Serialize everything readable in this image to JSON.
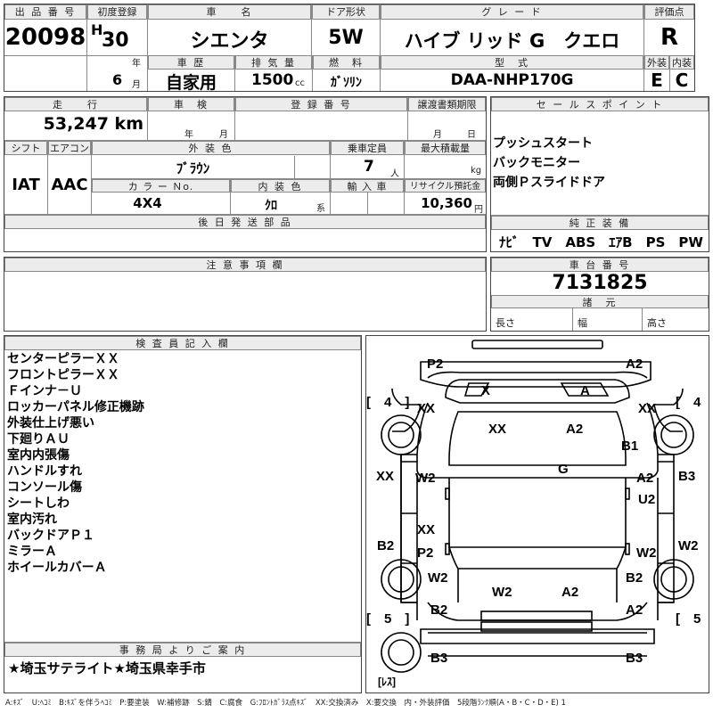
{
  "header": {
    "lot_label": "出 品 番 号",
    "lot_number": "20098",
    "first_reg_label": "初度登録",
    "era": "H",
    "year": "30",
    "year_unit": "年",
    "month": "6",
    "month_unit": "月",
    "car_name_label": "車　　名",
    "car_name": "シエンタ",
    "door_label": "ドア形状",
    "door": "5W",
    "grade_label": "グ レ ー ド",
    "grade": "ハイブ リッド G　クエロ",
    "score_label": "評価点",
    "score": "R",
    "history_label": "車 歴",
    "history": "自家用",
    "displacement_label": "排 気 量",
    "displacement": "1500",
    "displacement_unit": "cc",
    "fuel_label": "燃　料",
    "fuel": "ｶﾞｿﾘﾝ",
    "model_label": "型　式",
    "model": "DAA-NHP170G",
    "ext_label": "外装",
    "ext_grade": "E",
    "int_label": "内装",
    "int_grade": "C"
  },
  "row2": {
    "mileage_label": "走　　行",
    "mileage": "53,247 km",
    "inspection_label": "車　検",
    "inspection_year_unit": "年",
    "inspection_month_unit": "月",
    "plate_label": "登 録 番 号",
    "transfer_label": "譲渡書類期限",
    "transfer_month_unit": "月",
    "transfer_day_unit": "日",
    "shift_label": "シフト",
    "shift": "IAT",
    "ac_label": "エアコン",
    "ac": "AAC",
    "color_label": "外 装 色",
    "color": "ﾌﾞﾗｳﾝ",
    "capacity_label": "乗車定員",
    "capacity": "7",
    "capacity_unit": "人",
    "load_label": "最大積載量",
    "load_unit": "kg",
    "color_no_label": "カ ラ ー Ｎo.",
    "drive": "4X4",
    "interior_color_label": "内 装 色",
    "interior_color": "ｸﾛ",
    "interior_color_unit": "系",
    "import_label": "輸 入 車",
    "recycle_label": "リサイクル預託金",
    "recycle": "10,360",
    "recycle_unit": "円",
    "later_parts_label": "後 日 発 送 部 品"
  },
  "sales": {
    "label": "セ ー ル ス ポ イ ン ト",
    "points": [
      "プッシュスタート",
      "バックモニター",
      "両側Ｐスライドドア"
    ]
  },
  "equipment": {
    "label": "純 正 装 備",
    "items": "ﾅﾋﾞ　TV　ABS　ｴｱB　PS　PW"
  },
  "caution": {
    "label": "注 意 事 項 欄"
  },
  "chassis": {
    "label": "車 台 番 号",
    "number": "7131825",
    "spec_label": "諸　元",
    "length_label": "長さ",
    "width_label": "幅",
    "height_label": "高さ"
  },
  "inspector": {
    "label": "検 査 員 記 入 欄",
    "notes": [
      "センターピラーＸＸ",
      "フロントピラーＸＸ",
      "Ｆインナ－Ｕ",
      "ロッカーパネル修正機跡",
      "外装仕上げ悪い",
      "下廻りＡＵ",
      "室内内張傷",
      "ハンドルすれ",
      "コンソール傷",
      "シートしわ",
      "室内汚れ",
      "バックドアＰ１",
      "ミラーＡ",
      "ホイールカバーＡ"
    ]
  },
  "office": {
    "label": "事 務 局 よ り ご 案 内",
    "message": "★埼玉サテライト★埼玉県幸手市"
  },
  "diagram": {
    "marks": {
      "p2_top": "P2",
      "a2_top": "A2",
      "x_ws": "X",
      "a_ws": "A",
      "xx_fl": "XX",
      "xx_fr": "XX",
      "xx_roof": "XX",
      "a2_roof": "A2",
      "b1": "B1",
      "g": "G",
      "xx_left": "XX",
      "w2_left": "W2",
      "a2_right": "A2",
      "u2": "U2",
      "b3_right": "B3",
      "xx_rear": "XX",
      "p2_rear": "P2",
      "b2_left": "B2",
      "w2_right": "W2",
      "w2_rl": "W2",
      "b2_rr": "B2",
      "w2_rear": "W2",
      "a2_rear": "A2",
      "b2_bl": "B2",
      "a2_br": "A2",
      "b3_bl": "B3",
      "b3_br": "B3",
      "w2_right2": "W2"
    },
    "tire_fl": "[　4　]",
    "tire_fr": "[　4　]",
    "tire_rl": "[　5　]",
    "tire_rr": "[　5　]",
    "spare": "[ﾚｽ]"
  },
  "legend": "A:ｷｽﾞ　U:ﾍｺﾐ　B:ｷｽﾞを伴うﾍｺﾐ　P:要塗装　W:補修跡　S:錆　C:腐食　G:ﾌﾛﾝﾄｶﾞﾗｽ点ｷｽﾞ　XX:交換済み　X:要交換　内・外装評価　5段階ﾗﾝｸ順(A・B・C・D・E) 1"
}
